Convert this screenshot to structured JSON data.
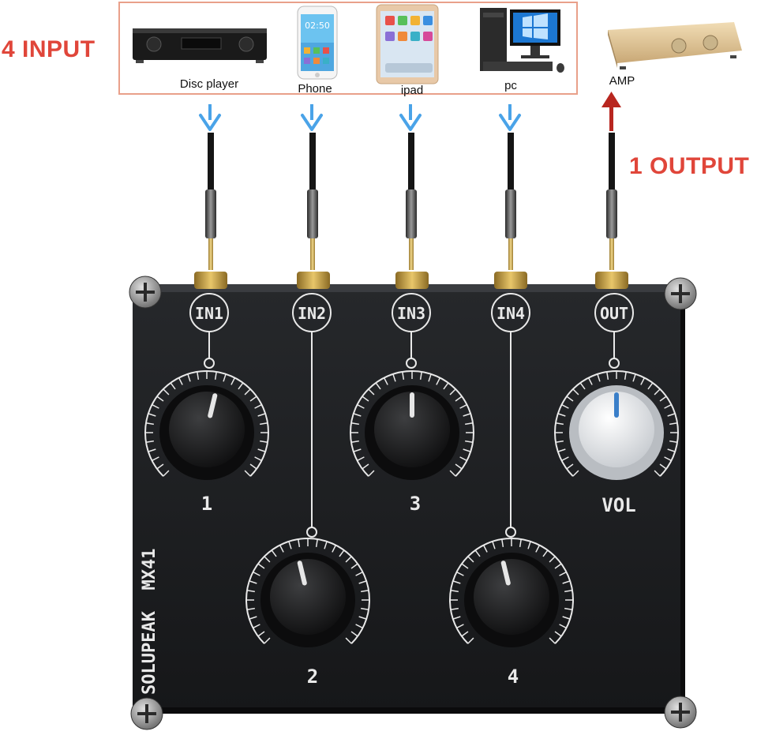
{
  "callouts": {
    "input": "4 INPUT",
    "output": "1 OUTPUT"
  },
  "sources": [
    {
      "label": "Disc player",
      "icon": "disc-player-icon"
    },
    {
      "label": "Phone",
      "icon": "phone-icon"
    },
    {
      "label": "ipad",
      "icon": "tablet-icon"
    },
    {
      "label": "pc",
      "icon": "desktop-pc-icon"
    }
  ],
  "amp": {
    "label": "AMP",
    "icon": "amplifier-icon"
  },
  "phone_screen_time": "02:50",
  "device": {
    "brand_model": "SOLUPEAK  MX41",
    "jacks": [
      "IN1",
      "IN2",
      "IN3",
      "IN4",
      "OUT"
    ],
    "knobs": [
      {
        "label": "1",
        "type": "black",
        "level": 0.55
      },
      {
        "label": "2",
        "type": "black",
        "level": 0.45
      },
      {
        "label": "3",
        "type": "black",
        "level": 0.5
      },
      {
        "label": "4",
        "type": "black",
        "level": 0.45
      },
      {
        "label": "VOL",
        "type": "white",
        "level": 0.5
      }
    ]
  },
  "colors": {
    "callout": "#e0463a",
    "arrow_blue": "#4aa3e8",
    "arrow_red": "#b8261f",
    "panel": "#1c1d1f",
    "panel_text": "#e9e9e9",
    "gold": "#c9a24a",
    "vol_indicator": "#3a7fc9"
  }
}
